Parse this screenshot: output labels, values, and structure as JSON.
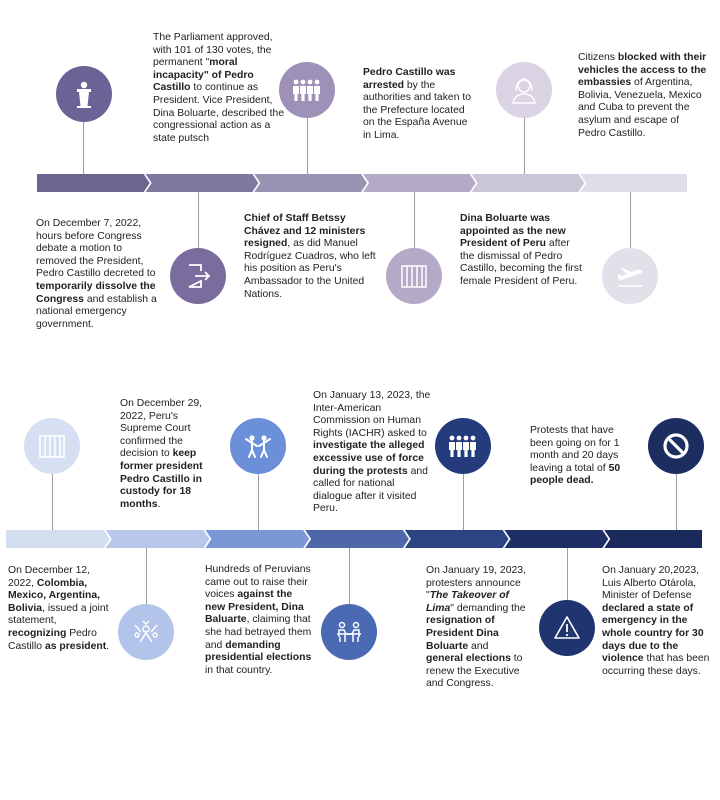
{
  "timeline_1": {
    "events": [
      {
        "id": "dec7",
        "icon": "podium-icon",
        "color": "#6b6396",
        "parts": [
          [
            "On December 7, 2022, hours before Congress debate a motion to removed the President, Pedro Castillo decreted to ",
            ""
          ],
          [
            "temporarily dissolve the Congress",
            "b"
          ],
          [
            " and establish a national emergency government.",
            ""
          ]
        ]
      },
      {
        "id": "exit",
        "icon": "exit-door-icon",
        "color": "#7a6d9e",
        "parts": []
      },
      {
        "id": "parliament",
        "icon": "group-of-people-icon",
        "color": "#9e91b8",
        "parts": [
          [
            "The Parliament  approved, with 101 of 130 votes, the permanent \"",
            ""
          ],
          [
            "moral incapacity\" of Pedro Castillo",
            "b"
          ],
          [
            " to continue as President. Vice President, Dina Boluarte, described the congressional action as a state putsch",
            ""
          ]
        ]
      },
      {
        "id": "chief",
        "icon": "",
        "color": "",
        "parts": [
          [
            "Chief of Staff Betssy Chávez and 12 ministers resigned",
            "b"
          ],
          [
            ", as did Manuel Rodríguez Cuadros, who left his position as Peru's Ambassador to the United Nations.",
            ""
          ]
        ]
      },
      {
        "id": "arrest",
        "icon": "jail-bars-icon",
        "color": "#b4a9c7",
        "parts": [
          [
            "Pedro Castillo was arrested",
            "b"
          ],
          [
            " by the authorities and taken to the Prefecture located on the España Avenue in Lima.",
            ""
          ]
        ]
      },
      {
        "id": "dina",
        "icon": "woman-avatar-icon",
        "color": "#d9d3e3",
        "parts": [
          [
            "Dina Boluarte was appointed as the new President of Peru",
            "b"
          ],
          [
            " after the dismissal of Pedro Castillo, becoming the first female President of Peru.",
            ""
          ]
        ]
      },
      {
        "id": "citizens",
        "icon": "airplane-takeoff-icon",
        "color": "#e4e0ea",
        "parts": [
          [
            "Citizens ",
            ""
          ],
          [
            "blocked with their vehicles the access to the embassies",
            "b"
          ],
          [
            " of Argentina, Bolivia, Venezuela, Mexico and Cuba to prevent the asylum and escape of Pedro Castillo.",
            ""
          ]
        ]
      }
    ],
    "band_colors": [
      "#6b6590",
      "#7e779e",
      "#9a92b3",
      "#b3abc6",
      "#cbc5d8",
      "#e1dde8"
    ]
  },
  "timeline_2": {
    "events": [
      {
        "id": "dec12",
        "icon": "jail-bars-icon",
        "color": "#d6e0f2",
        "parts": [
          [
            "On December 12, 2022, ",
            ""
          ],
          [
            "Colombia, Mexico, Argentina, Bolivia",
            "b"
          ],
          [
            ", issued a joint statement, ",
            ""
          ],
          [
            "recognizing",
            "b"
          ],
          [
            " Pedro Castillo ",
            ""
          ],
          [
            "as president",
            "b"
          ],
          [
            ".",
            ""
          ]
        ]
      },
      {
        "id": "dec29",
        "icon": "protest-crowd-icon",
        "color": "#b3c4ea",
        "parts": [
          [
            "On December 29, 2022, Peru's Supreme Court confirmed the decision to ",
            ""
          ],
          [
            "keep former president Pedro Castillo in custody for 18 months",
            "b"
          ],
          [
            ".",
            ""
          ]
        ]
      },
      {
        "id": "protest",
        "icon": "protesters-icon",
        "color": "#6c8fd9",
        "parts": [
          [
            "Hundreds of Peruvians came out to raise their voices ",
            ""
          ],
          [
            "against the new President, Dina Baluarte",
            "b"
          ],
          [
            ", claiming that she had betrayed them and ",
            ""
          ],
          [
            "demanding presidential elections",
            "b"
          ],
          [
            " in that country.",
            ""
          ]
        ]
      },
      {
        "id": "iachr",
        "icon": "meeting-icon",
        "color": "#4a6ab4",
        "parts": [
          [
            "On January 13, 2023, the Inter-American Commission  on Human Rights (IACHR)  asked to ",
            ""
          ],
          [
            "investigate the alleged excessive use of force during the protests",
            "b"
          ],
          [
            " and called for national dialogue after it visited Peru.",
            ""
          ]
        ]
      },
      {
        "id": "jan19",
        "icon": "group-of-people-icon",
        "color": "#243b7c",
        "parts": [
          [
            "On January 19, 2023, protesters announce \"",
            ""
          ],
          [
            "The Takeover of Lima",
            "bi"
          ],
          [
            "\" demanding the ",
            ""
          ],
          [
            "resignation of President Dina Boluarte",
            "b"
          ],
          [
            " and ",
            ""
          ],
          [
            "general elections",
            "b"
          ],
          [
            " to renew the Executive and Congress.",
            ""
          ]
        ]
      },
      {
        "id": "protests_dead",
        "icon": "warning-icon",
        "color": "#203570",
        "parts": [
          [
            "Protests that have been going on for 1 month and 20 days leaving a total of ",
            ""
          ],
          [
            "50 people dead.",
            "b"
          ]
        ]
      },
      {
        "id": "jan20",
        "icon": "prohibited-icon",
        "color": "#1c2d60",
        "parts": [
          [
            "On January 20,2023, Luis Alberto Otárola, Minister of Defense ",
            ""
          ],
          [
            "declared a state of emergency in the whole country for 30 days due to the violence",
            "b"
          ],
          [
            " that has been occurring these days.",
            ""
          ]
        ]
      }
    ],
    "band_colors": [
      "#d3ddf0",
      "#b7c6ea",
      "#7b97d6",
      "#4e67a8",
      "#2c4582",
      "#1e2f66",
      "#1a2a5c"
    ]
  }
}
